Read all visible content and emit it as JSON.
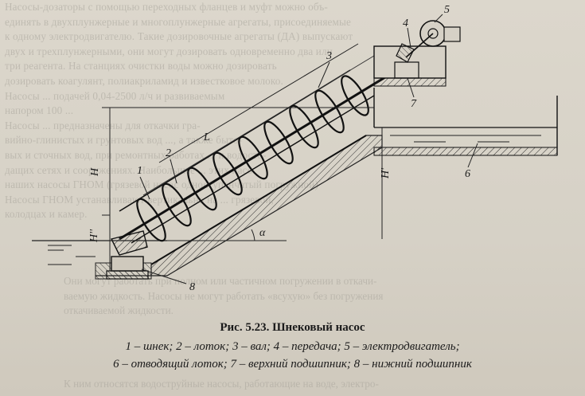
{
  "background_text": {
    "top": [
      "Насосы-дозаторы с помощью переходных фланцев и муфт можно объ-",
      "единять в двухплунжерные и многоплунжерные агрегаты, присоединяемые",
      "к одному электродвигателю. Такие дозировочные агрегаты (ДА) выпускают",
      "двух и трехплунжерными, они могут дозировать одновременно два или",
      "три реагента. На станциях очистки воды можно дозировать",
      "дозировать коагулянт, полиакриламид и известковое молоко.",
      "Насосы ... подачей 0,04-2500 л/ч и развиваемым",
      "напором 100 ...",
      "Насосы ... предназначены для откачки гра-",
      "вийно-глинистых и грунтовых вод ..., а также быто-",
      "вых и сточных вод, при ремонтных работах ... и водосто-",
      "дащих сетях и сооружениях. Наибольшее ... этих насо",
      "наших насосы ГНОМ (грязевой насос одноступенчатый погружной)",
      "Насосы ГНОМ устанавливают вертикально на ... грязевой,",
      "колодцах и камер."
    ],
    "bottom": [
      "Они могут работать при полном или частичном погружении в откачи-",
      "ваемую жидкость. Насосы не могут работать «всухую» без погружения",
      "откачиваемой жидкости."
    ],
    "foot": "К ним относятся водоструйные насосы, работающие на воде, электро-"
  },
  "figure": {
    "labels": {
      "shnek": "1",
      "lotok": "2",
      "val": "3",
      "peredacha": "4",
      "electrodvigatel": "5",
      "otvod_lotok": "6",
      "verh_podshipnik": "7",
      "niz_podshipnik": "8",
      "length": "L",
      "height_total": "H",
      "height_upper": "H'",
      "height_lower": "H''",
      "angle": "α"
    }
  },
  "caption": {
    "title": "Рис. 5.23. Шнековый насос",
    "line1": "1 – шнек; 2 – лоток; 3 – вал; 4 – передача; 5 – электродвигатель;",
    "line2": "6 – отводящий лоток; 7 – верхний подшипник; 8 – нижний подшипник"
  }
}
